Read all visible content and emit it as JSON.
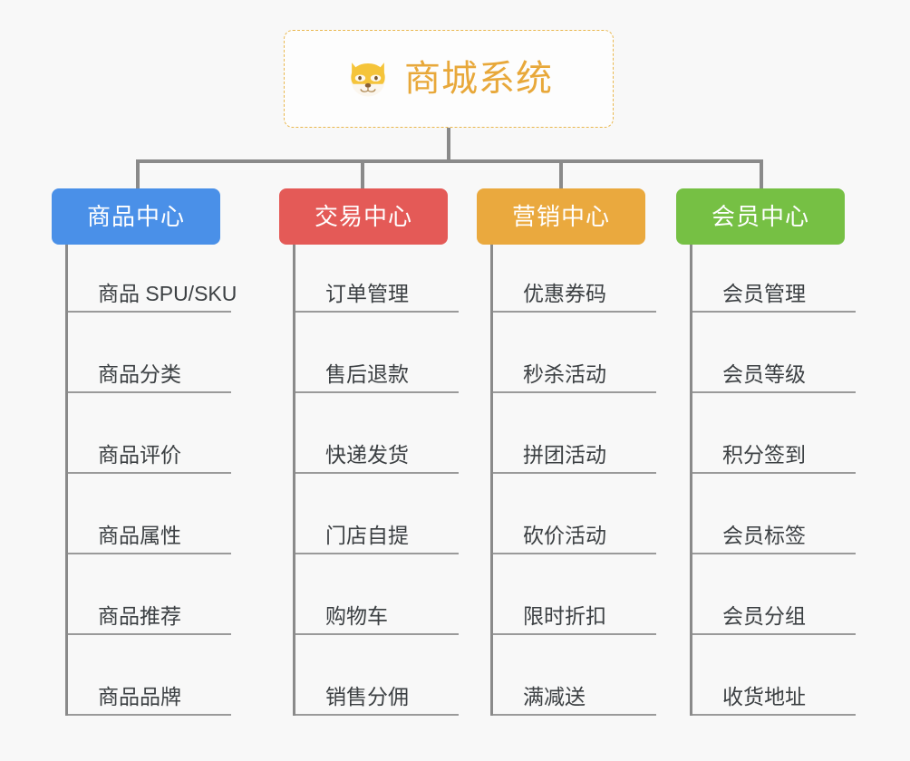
{
  "background_color": "#f8f8f8",
  "root": {
    "title": "商城系统",
    "icon": "shiba-dog-face-icon",
    "text_color": "#e8a83a",
    "border_color": "#eab84f",
    "background": "#fdfdfd"
  },
  "connector_color": "#8a8a8a",
  "categories": [
    {
      "label": "商品中心",
      "color": "#4a90e8",
      "items": [
        "商品 SPU/SKU",
        "商品分类",
        "商品评价",
        "商品属性",
        "商品推荐",
        "商品品牌"
      ]
    },
    {
      "label": "交易中心",
      "color": "#e45a57",
      "items": [
        "订单管理",
        "售后退款",
        "快递发货",
        "门店自提",
        "购物车",
        "销售分佣"
      ]
    },
    {
      "label": "营销中心",
      "color": "#eaa93e",
      "items": [
        "优惠券码",
        "秒杀活动",
        "拼团活动",
        "砍价活动",
        "限时折扣",
        "满减送"
      ]
    },
    {
      "label": "会员中心",
      "color": "#76c044",
      "items": [
        "会员管理",
        "会员等级",
        "积分签到",
        "会员标签",
        "会员分组",
        "收货地址"
      ]
    }
  ]
}
